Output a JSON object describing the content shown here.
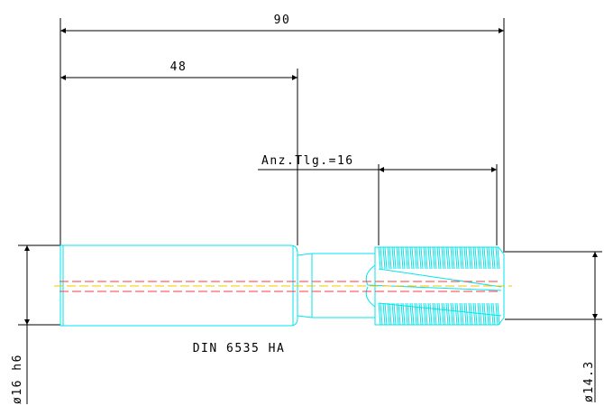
{
  "dimensions": {
    "overall_length": "90",
    "shank_length": "48",
    "thread_length_label": "Anz.Tlg.=16",
    "shank_diameter": "ø16 h6",
    "thread_diameter": "ø14.3"
  },
  "designation": "DIN 6535 HA",
  "colors": {
    "part_outline": "#00e5ee",
    "center_line_red": "#ff3b3b",
    "center_line_yellow": "#f5c400",
    "dimension": "#000000"
  }
}
